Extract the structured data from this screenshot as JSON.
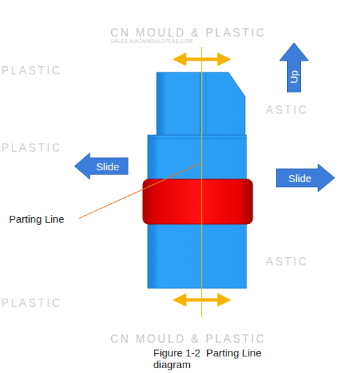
{
  "diagram": {
    "caption": "Figure 1-2  Parting Line diagram",
    "nodes": [
      {
        "text": [
          "Up"
        ]
      },
      {
        "text": [
          "Slide"
        ]
      },
      {
        "text": [
          "Slide"
        ]
      }
    ],
    "labels": [
      "Parting Line",
      "CN MOULD & PLASTIC",
      "SALES.A@CNMOULDPLAS.COM",
      "PLASTIC",
      "ASTIC",
      "PLASTIC",
      "ASTIC",
      "PLASTIC",
      "CN MOULD & PLASTIC"
    ]
  }
}
